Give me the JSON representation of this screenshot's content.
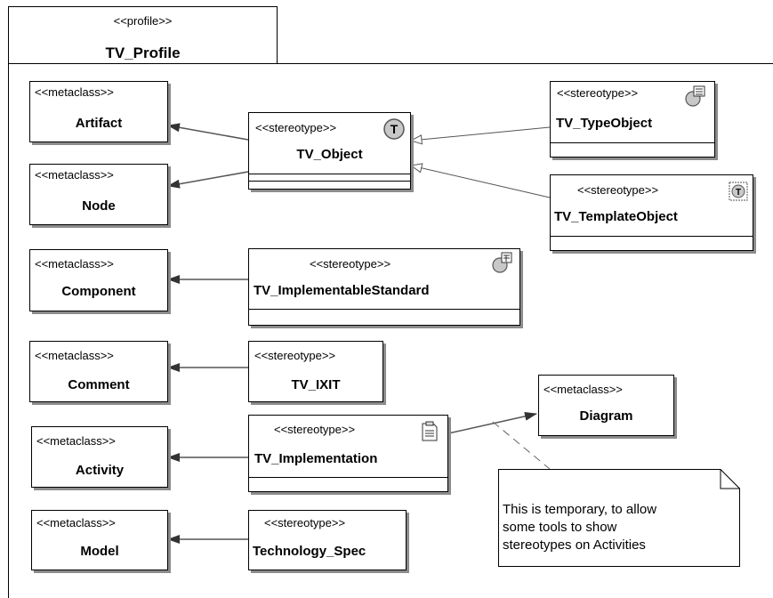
{
  "profile": {
    "stereotype": "<<profile>>",
    "name": "TV_Profile"
  },
  "metaclass_label": "<<metaclass>>",
  "stereotype_label": "<<stereotype>>",
  "metaclasses": {
    "artifact": "Artifact",
    "node": "Node",
    "component": "Component",
    "comment": "Comment",
    "activity": "Activity",
    "model": "Model",
    "diagram": "Diagram"
  },
  "stereotypes": {
    "tv_object": "TV_Object",
    "tv_typeobject": "TV_TypeObject",
    "tv_templateobject": "TV_TemplateObject",
    "tv_implementablestandard": "TV_ImplementableStandard",
    "tv_ixit": "TV_IXIT",
    "tv_implementation": "TV_Implementation",
    "technology_spec": "Technology_Spec"
  },
  "icons": {
    "tv_object": "tagged-value-circle-icon",
    "tv_typeobject": "type-object-icon",
    "tv_templateobject": "template-object-icon",
    "tv_implementablestandard": "implementable-standard-icon",
    "tv_implementation": "implementation-document-icon",
    "icon_letter": "T"
  },
  "note": {
    "lines": [
      "This is temporary, to allow",
      "some tools to show",
      "stereotypes on Activities"
    ]
  }
}
